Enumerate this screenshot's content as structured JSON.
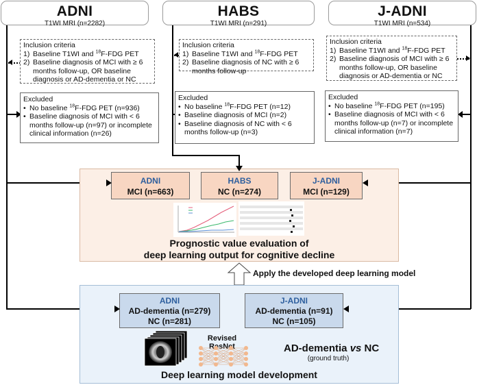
{
  "cohorts": [
    {
      "name": "ADNI",
      "sub": "T1WI MRI (n=2282)"
    },
    {
      "name": "HABS",
      "sub": "T1WI MRI (n=291)"
    },
    {
      "name": "J-ADNI",
      "sub": "T1WI MRI (n=534)"
    }
  ],
  "inclusion": {
    "adni": {
      "title": "Inclusion criteria",
      "n1": "1)",
      "i1a": "Baseline T1WI and ",
      "i1sup": "18",
      "i1b": "F-FDG PET",
      "n2": "2)",
      "i2": "Baseline diagnosis of MCI with ≥ 6 months follow-up, OR baseline diagnosis or AD-dementia or NC"
    },
    "habs": {
      "title": "Inclusion criteria",
      "n1": "1)",
      "i1a": "Baseline T1WI and ",
      "i1sup": "18",
      "i1b": "F-FDG PET",
      "n2": "2)",
      "i2": "Baseline diagnosis of NC with ≥ 6 months follow-up"
    },
    "jadni": {
      "title": "Inclusion criteria",
      "n1": "1)",
      "i1a": "Baseline T1WI and ",
      "i1sup": "18",
      "i1b": "F-FDG PET",
      "n2": "2)",
      "i2": "Baseline diagnosis of MCI with ≥ 6 months follow-up, OR baseline diagnosis or AD-dementia or NC"
    }
  },
  "excluded": {
    "adni": {
      "title": "Excluded",
      "e1a": "No baseline ",
      "e1sup": "18",
      "e1b": "F-FDG PET (n=936)",
      "e2": "Baseline diagnosis of MCI with < 6 months follow-up (n=97) or incomplete clinical information (n=26)"
    },
    "habs": {
      "title": "Excluded",
      "e1a": "No baseline ",
      "e1sup": "18",
      "e1b": "F-FDG PET (n=12)",
      "e2": "Baseline diagnosis of MCI (n=2)",
      "e3": "Baseline diagnosis of NC with < 6 months follow-up (n=3)"
    },
    "jadni": {
      "title": "Excluded",
      "e1a": "No baseline ",
      "e1sup": "18",
      "e1b": "F-FDG PET (n=195)",
      "e2": "Baseline diagnosis of MCI with < 6 months follow-up (n=7) or incomplete clinical information (n=7)"
    }
  },
  "bullet": "•",
  "prognostic": {
    "boxes": [
      {
        "name": "ADNI",
        "value": "MCI (n=663)"
      },
      {
        "name": "HABS",
        "value": "NC (n=274)"
      },
      {
        "name": "J-ADNI",
        "value": "MCI (n=129)"
      }
    ],
    "title_line1": "Prognostic value evaluation of",
    "title_line2": "deep learning output for cognitive decline"
  },
  "apply_label": "Apply the developed deep learning model",
  "development": {
    "adni": {
      "name": "ADNI",
      "l1": "AD-dementia (n=279)",
      "l2": "NC (n=281)"
    },
    "jadni": {
      "name": "J-ADNI",
      "l1": "AD-dementia (n=91)",
      "l2": "NC (n=105)"
    },
    "model_label": "Revised ResNet",
    "target_a": "AD-dementia ",
    "target_vs": "vs",
    "target_b": " NC",
    "ground_truth": "(ground truth)",
    "title": "Deep learning model development"
  },
  "colors": {
    "orange_panel": "#fcefe6",
    "orange_box": "#f8d6c2",
    "blue_panel": "#eaf2fa",
    "blue_box": "#c9d9ec",
    "cohort_text": "#2e5f9e",
    "network_node": "#f2b88e"
  }
}
